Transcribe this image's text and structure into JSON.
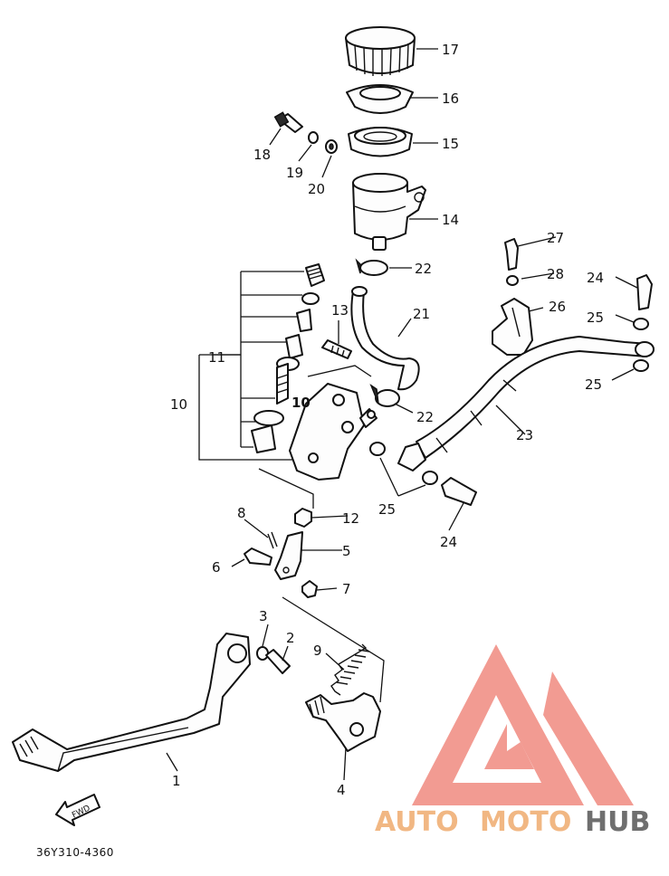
{
  "diagram_code": "36Y310-4360",
  "direction_arrow": "FWD",
  "watermark": {
    "part1": "AUTO",
    "part2": "MOTO",
    "part3": "HUB",
    "accent_color": "#f08a80",
    "text_color": "#f1b783",
    "dark_color": "#6f6f6f"
  },
  "callouts": {
    "n1": "1",
    "n2": "2",
    "n3": "3",
    "n4": "4",
    "n5": "5",
    "n6": "6",
    "n7": "7",
    "n8": "8",
    "n9": "9",
    "n10a": "10",
    "n10b": "10",
    "n11": "11",
    "n12": "12",
    "n13": "13",
    "n14": "14",
    "n15": "15",
    "n16": "16",
    "n17": "17",
    "n18": "18",
    "n19": "19",
    "n20": "20",
    "n21": "21",
    "n22a": "22",
    "n22b": "22",
    "n23": "23",
    "n24a": "24",
    "n24b": "24",
    "n25a": "25",
    "n25b": "25",
    "n25c": "25",
    "n26": "26",
    "n27": "27",
    "n28": "28"
  }
}
